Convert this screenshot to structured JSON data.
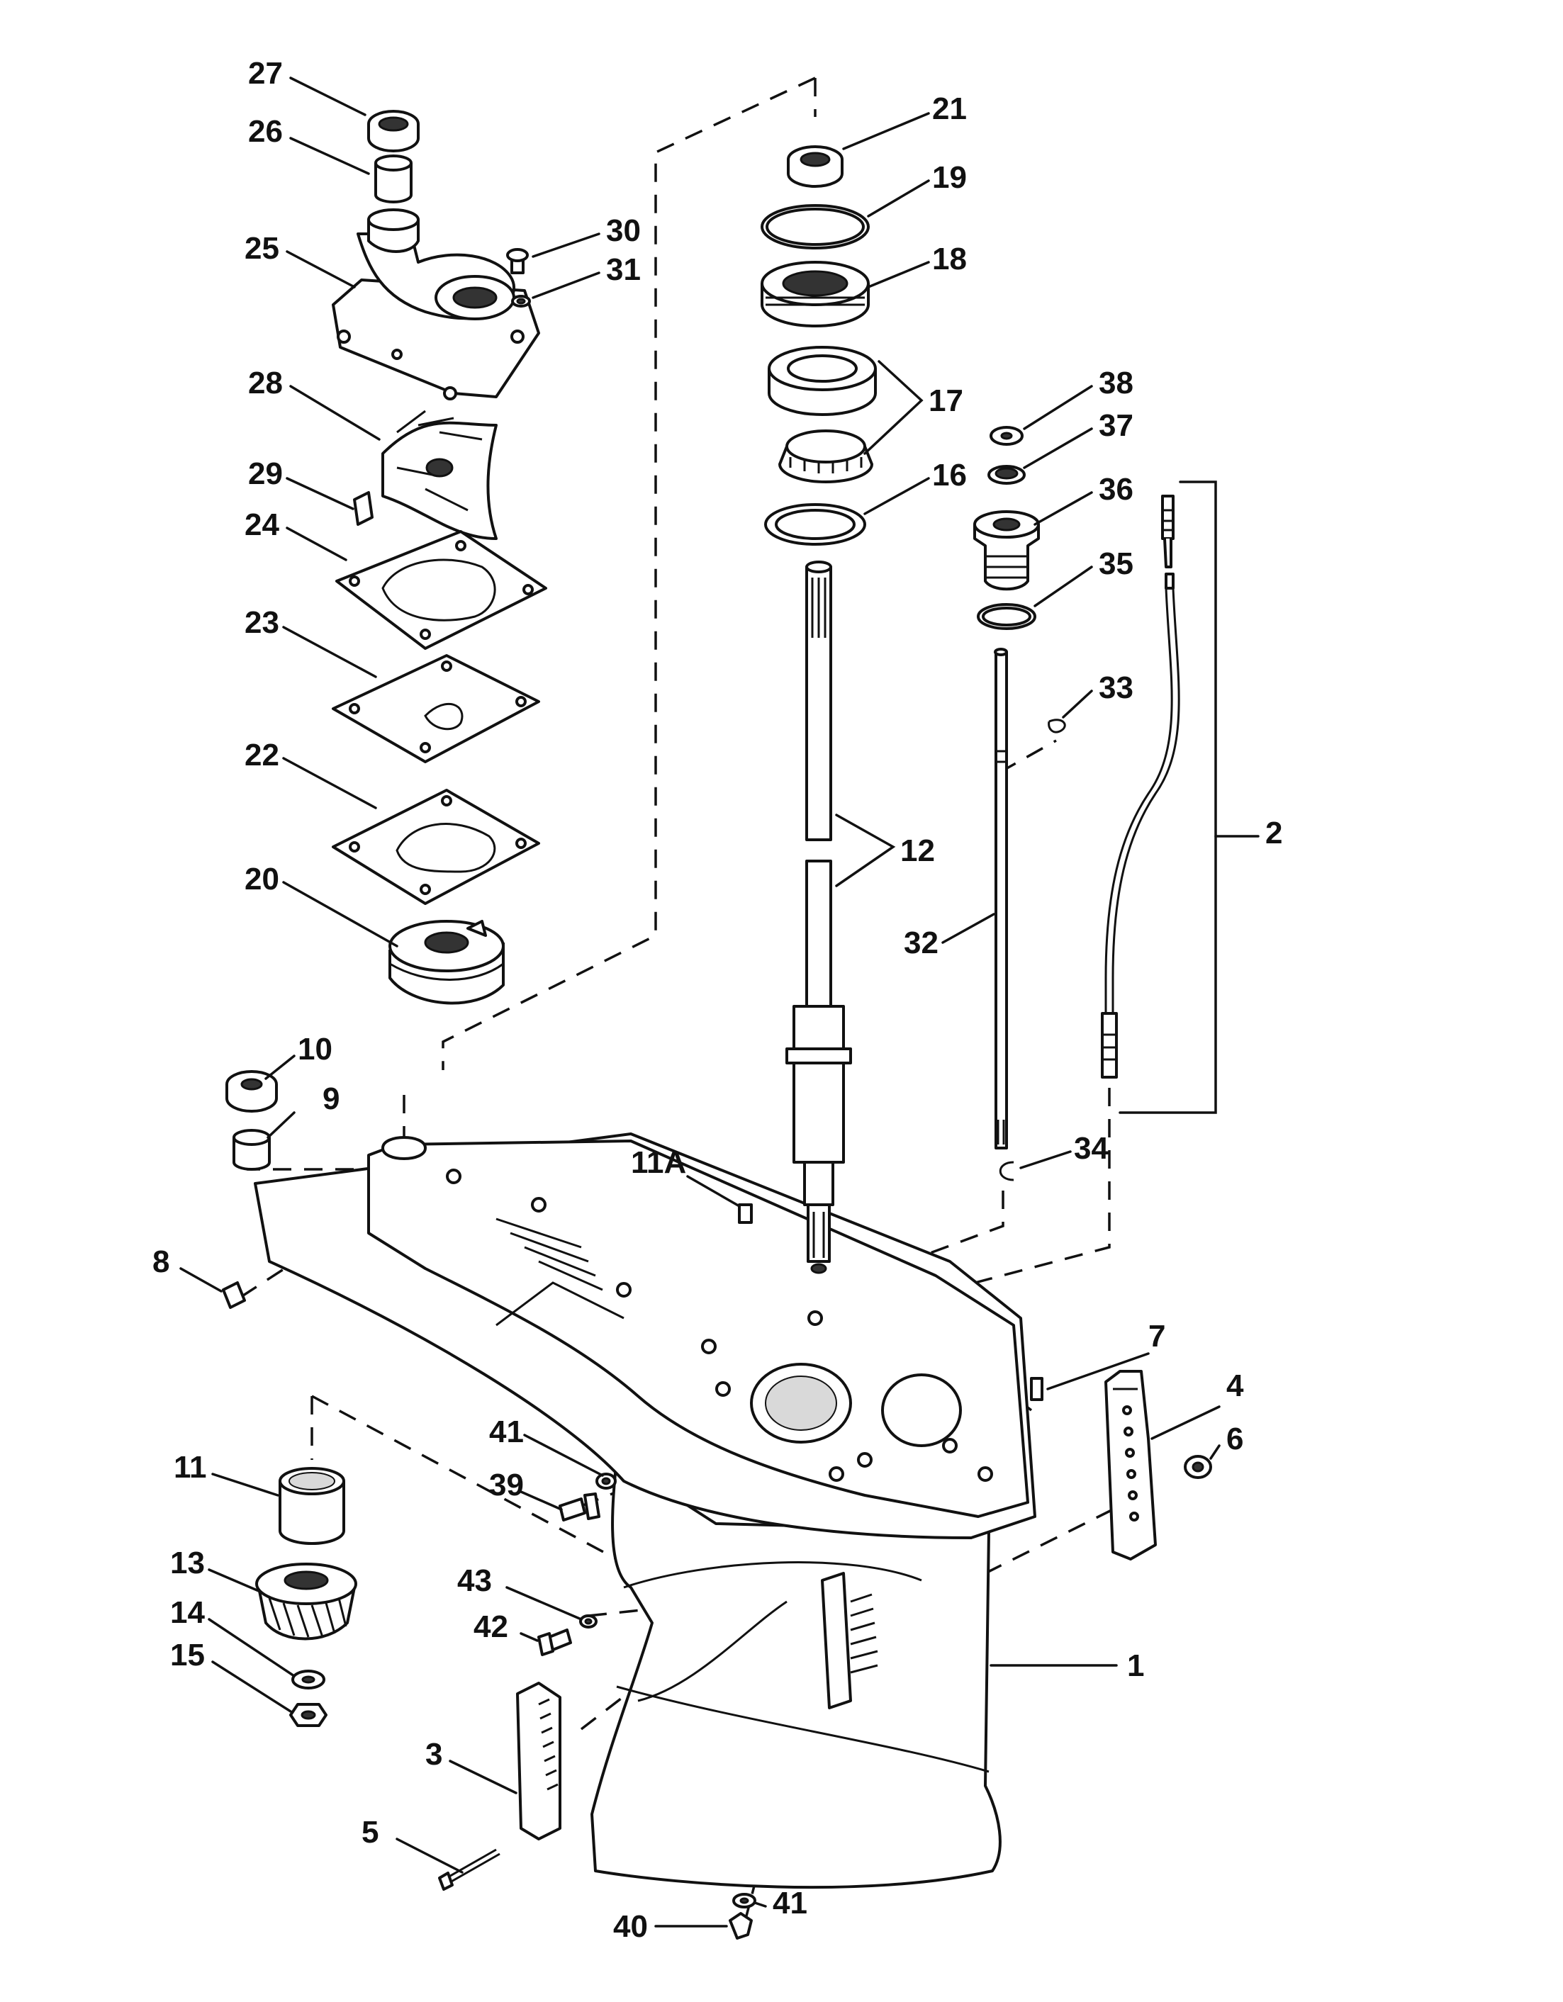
{
  "labels": {
    "p1": "1",
    "p2": "2",
    "p3": "3",
    "p4": "4",
    "p5": "5",
    "p6": "6",
    "p7": "7",
    "p8": "8",
    "p9": "9",
    "p10": "10",
    "p11": "11",
    "p11a": "11A",
    "p12": "12",
    "p13": "13",
    "p14": "14",
    "p15": "15",
    "p16": "16",
    "p17": "17",
    "p18": "18",
    "p19": "19",
    "p20": "20",
    "p21": "21",
    "p22": "22",
    "p23": "23",
    "p24": "24",
    "p25": "25",
    "p26": "26",
    "p27": "27",
    "p28": "28",
    "p29": "29",
    "p30": "30",
    "p31": "31",
    "p32": "32",
    "p33": "33",
    "p34": "34",
    "p35": "35",
    "p36": "36",
    "p37": "37",
    "p38": "38",
    "p39": "39",
    "p40": "40",
    "p41a": "41",
    "p41b": "41",
    "p42": "42",
    "p43": "43"
  }
}
